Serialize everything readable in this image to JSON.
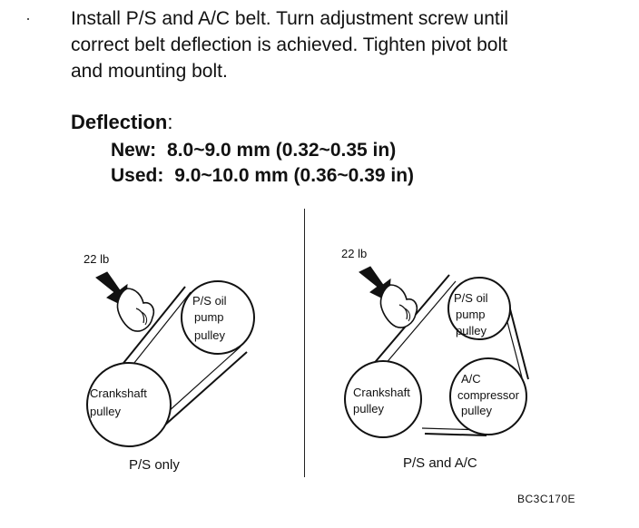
{
  "instructions": {
    "line1": "Install P/S and A/C belt. Turn adjustment screw until",
    "line2": "correct belt deflection is achieved. Tighten pivot bolt",
    "line3": "and mounting bolt."
  },
  "deflection": {
    "heading": "Deflection",
    "colon": ":",
    "new_label": "New:",
    "new_value": "8.0~9.0 mm (0.32~0.35 in)",
    "used_label": "Used:",
    "used_value": "9.0~10.0 mm (0.36~0.39 in)"
  },
  "diagram_left": {
    "force": "22 lb",
    "pulley_top": [
      "P/S oil",
      "pump",
      "pulley"
    ],
    "pulley_bottom": [
      "Crankshaft",
      "pulley"
    ],
    "caption": "P/S only"
  },
  "diagram_right": {
    "force": "22 lb",
    "pulley_top": [
      "P/S oil",
      "pump",
      "pulley"
    ],
    "pulley_left": [
      "Crankshaft",
      "pulley"
    ],
    "pulley_right": [
      "A/C",
      "compressor",
      "pulley"
    ],
    "caption": "P/S and A/C"
  },
  "figure_code": "BC3C170E"
}
